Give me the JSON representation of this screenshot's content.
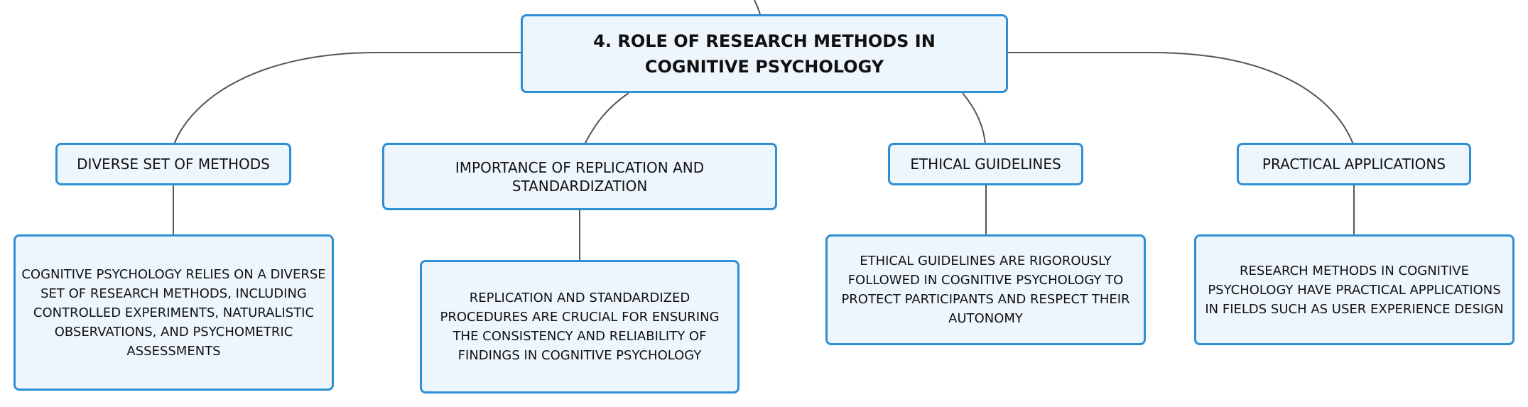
{
  "colors": {
    "border": "#2e8fd4",
    "fill": "#eef6fd",
    "line": "#555555",
    "text": "#111111"
  },
  "root": {
    "title": "4. ROLE OF RESEARCH METHODS IN COGNITIVE PSYCHOLOGY"
  },
  "topics": [
    {
      "label": "DIVERSE SET OF METHODS",
      "detail": "COGNITIVE PSYCHOLOGY RELIES ON A DIVERSE SET OF RESEARCH METHODS, INCLUDING CONTROLLED EXPERIMENTS, NATURALISTIC OBSERVATIONS, AND PSYCHOMETRIC ASSESSMENTS"
    },
    {
      "label": "IMPORTANCE OF REPLICATION AND STANDARDIZATION",
      "detail": "REPLICATION AND STANDARDIZED PROCEDURES ARE CRUCIAL FOR ENSURING THE CONSISTENCY AND RELIABILITY OF FINDINGS IN COGNITIVE PSYCHOLOGY"
    },
    {
      "label": "ETHICAL GUIDELINES",
      "detail": "ETHICAL GUIDELINES ARE RIGOROUSLY FOLLOWED IN COGNITIVE PSYCHOLOGY TO PROTECT PARTICIPANTS AND RESPECT THEIR AUTONOMY"
    },
    {
      "label": "PRACTICAL APPLICATIONS",
      "detail": "RESEARCH METHODS IN COGNITIVE PSYCHOLOGY HAVE PRACTICAL APPLICATIONS IN FIELDS SUCH AS USER EXPERIENCE DESIGN"
    }
  ]
}
